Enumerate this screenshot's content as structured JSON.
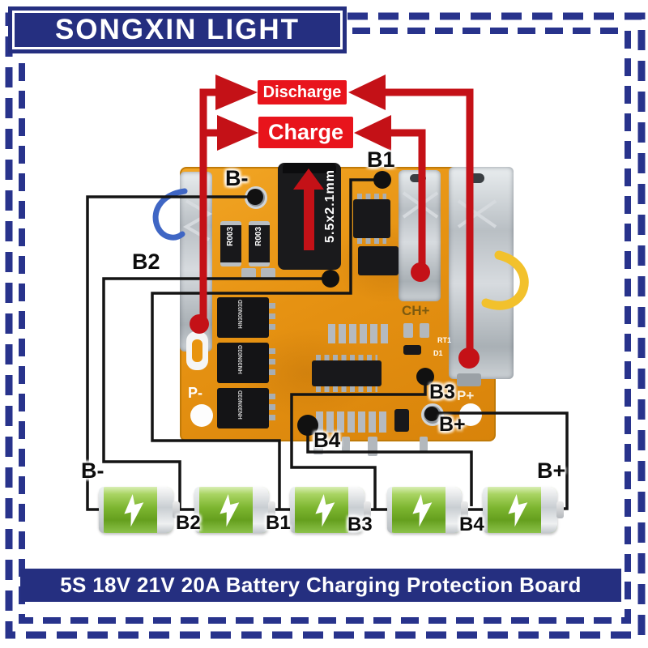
{
  "brand": {
    "logo_text": "SONGXIN LIGHT"
  },
  "flow": {
    "discharge_label": "Discharge",
    "charge_label": "Charge"
  },
  "pcb": {
    "jack_size_label": "5.5x2.1mm",
    "resistor_label": "R003",
    "mosfet_label": "HN30N03D",
    "silkscreen": {
      "p_minus": "P-",
      "ch_plus": "CH+",
      "p_plus": "P+",
      "rt1": "RT1",
      "d1": "D1"
    }
  },
  "points": {
    "b_minus": "B-",
    "b1": "B1",
    "b2": "B2",
    "b3": "B3",
    "b4": "B4",
    "b_plus": "B+"
  },
  "battery_row": {
    "labels": [
      "B-",
      "B2",
      "B1",
      "B3",
      "B4",
      "B+"
    ]
  },
  "banner": {
    "text": "5S 18V 21V 20A Battery Charging Protection Board"
  },
  "colors": {
    "brand_navy": "#252f80",
    "signal_red": "#c41117",
    "label_red_bg": "#e8141c",
    "pcb_orange": "#e69212",
    "battery_green": "#7db630",
    "wire_black": "#141414"
  }
}
